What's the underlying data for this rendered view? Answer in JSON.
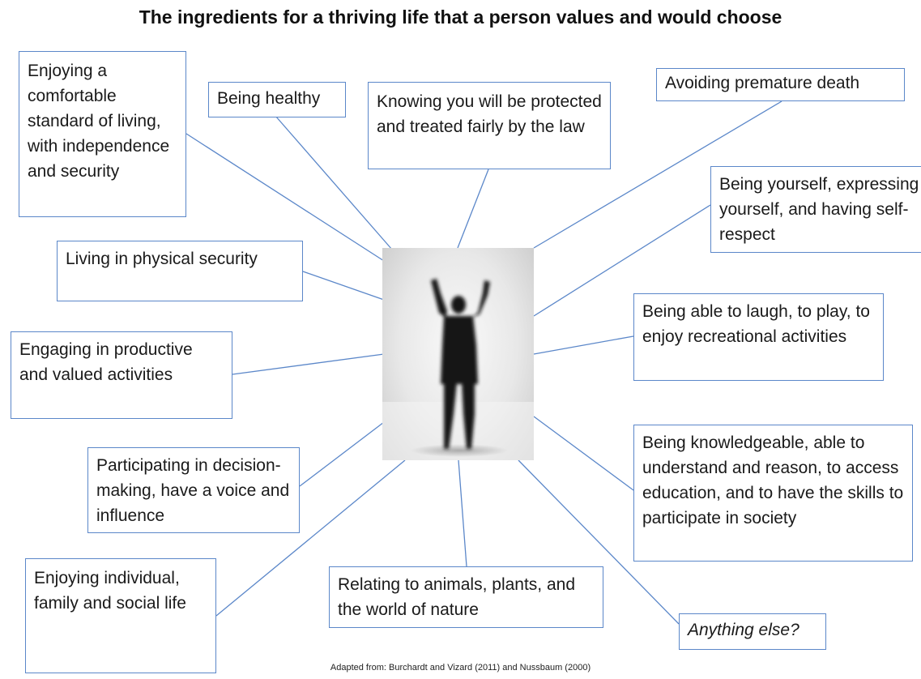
{
  "title": "The ingredients for a thriving life that a person values and would choose",
  "items": {
    "standard_of_living": "Enjoying a comfortable standard of living, with independence and security",
    "healthy": "Being healthy",
    "law": "Knowing you will be protected and treated fairly by the law",
    "premature_death": "Avoiding premature death",
    "physical_security": "Living in physical security",
    "yourself": "Being yourself, expressing yourself, and having self-respect",
    "productive": "Engaging in productive and valued activities",
    "laugh": "Being able to laugh, to play, to enjoy recreational activities",
    "decision_making": "Participating in decision-making, have a voice and influence",
    "knowledgeable": "Being knowledgeable, able to understand and reason, to access education, and to have the skills to participate in society",
    "family": "Enjoying individual, family and social life",
    "nature": "Relating to animals, plants, and the world of nature",
    "anything_else": "Anything else?"
  },
  "footnote": "Adapted from: Burchardt and Vizard (2011) and Nussbaum (2000)",
  "colors": {
    "box_border": "#5b87c9",
    "connector": "#5b87c9"
  }
}
